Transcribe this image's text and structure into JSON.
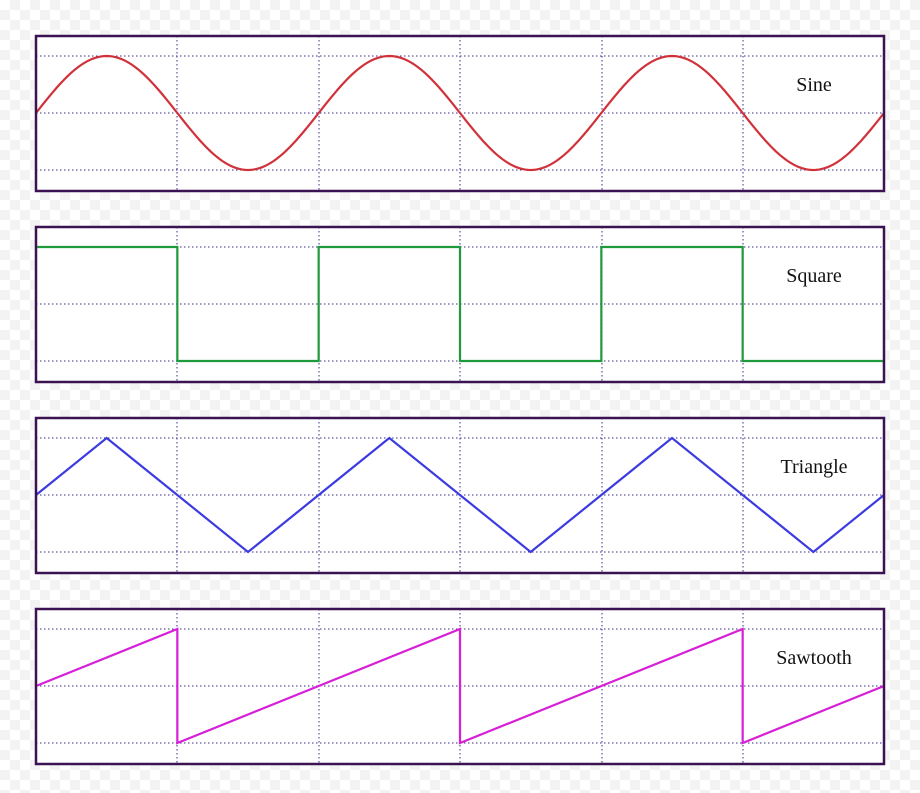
{
  "panels": [
    {
      "id": "sine",
      "label": "Sine",
      "shape": "sine",
      "color": "#d1323a"
    },
    {
      "id": "square",
      "label": "Square",
      "shape": "square",
      "color": "#1f9a3a"
    },
    {
      "id": "triangle",
      "label": "Triangle",
      "shape": "triangle",
      "color": "#3b3be0"
    },
    {
      "id": "sawtooth",
      "label": "Sawtooth",
      "shape": "sawtooth",
      "color": "#d61fd6"
    }
  ],
  "periods_per_panel": 3,
  "frame_color": "#3b1352",
  "grid_color": "#3a2a8a"
}
